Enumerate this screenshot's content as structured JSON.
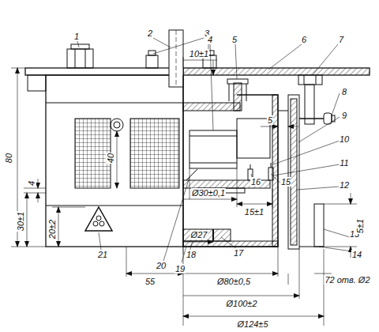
{
  "diagram": {
    "labels": [
      "1",
      "2",
      "3",
      "10±1",
      "4",
      "5",
      "6",
      "7",
      "80",
      "40",
      "5",
      "8",
      "9",
      "10",
      "11",
      "12",
      "4",
      "30±1",
      "20±2",
      "Ø30±0,1",
      "16",
      "15",
      "15±1",
      "Ø27",
      "13",
      "14",
      "5±1",
      "21",
      "20",
      "19",
      "18",
      "17",
      "55",
      "Ø80±0,5",
      "72 отв. Ø2",
      "Ø100±2",
      "Ø124±5"
    ]
  }
}
